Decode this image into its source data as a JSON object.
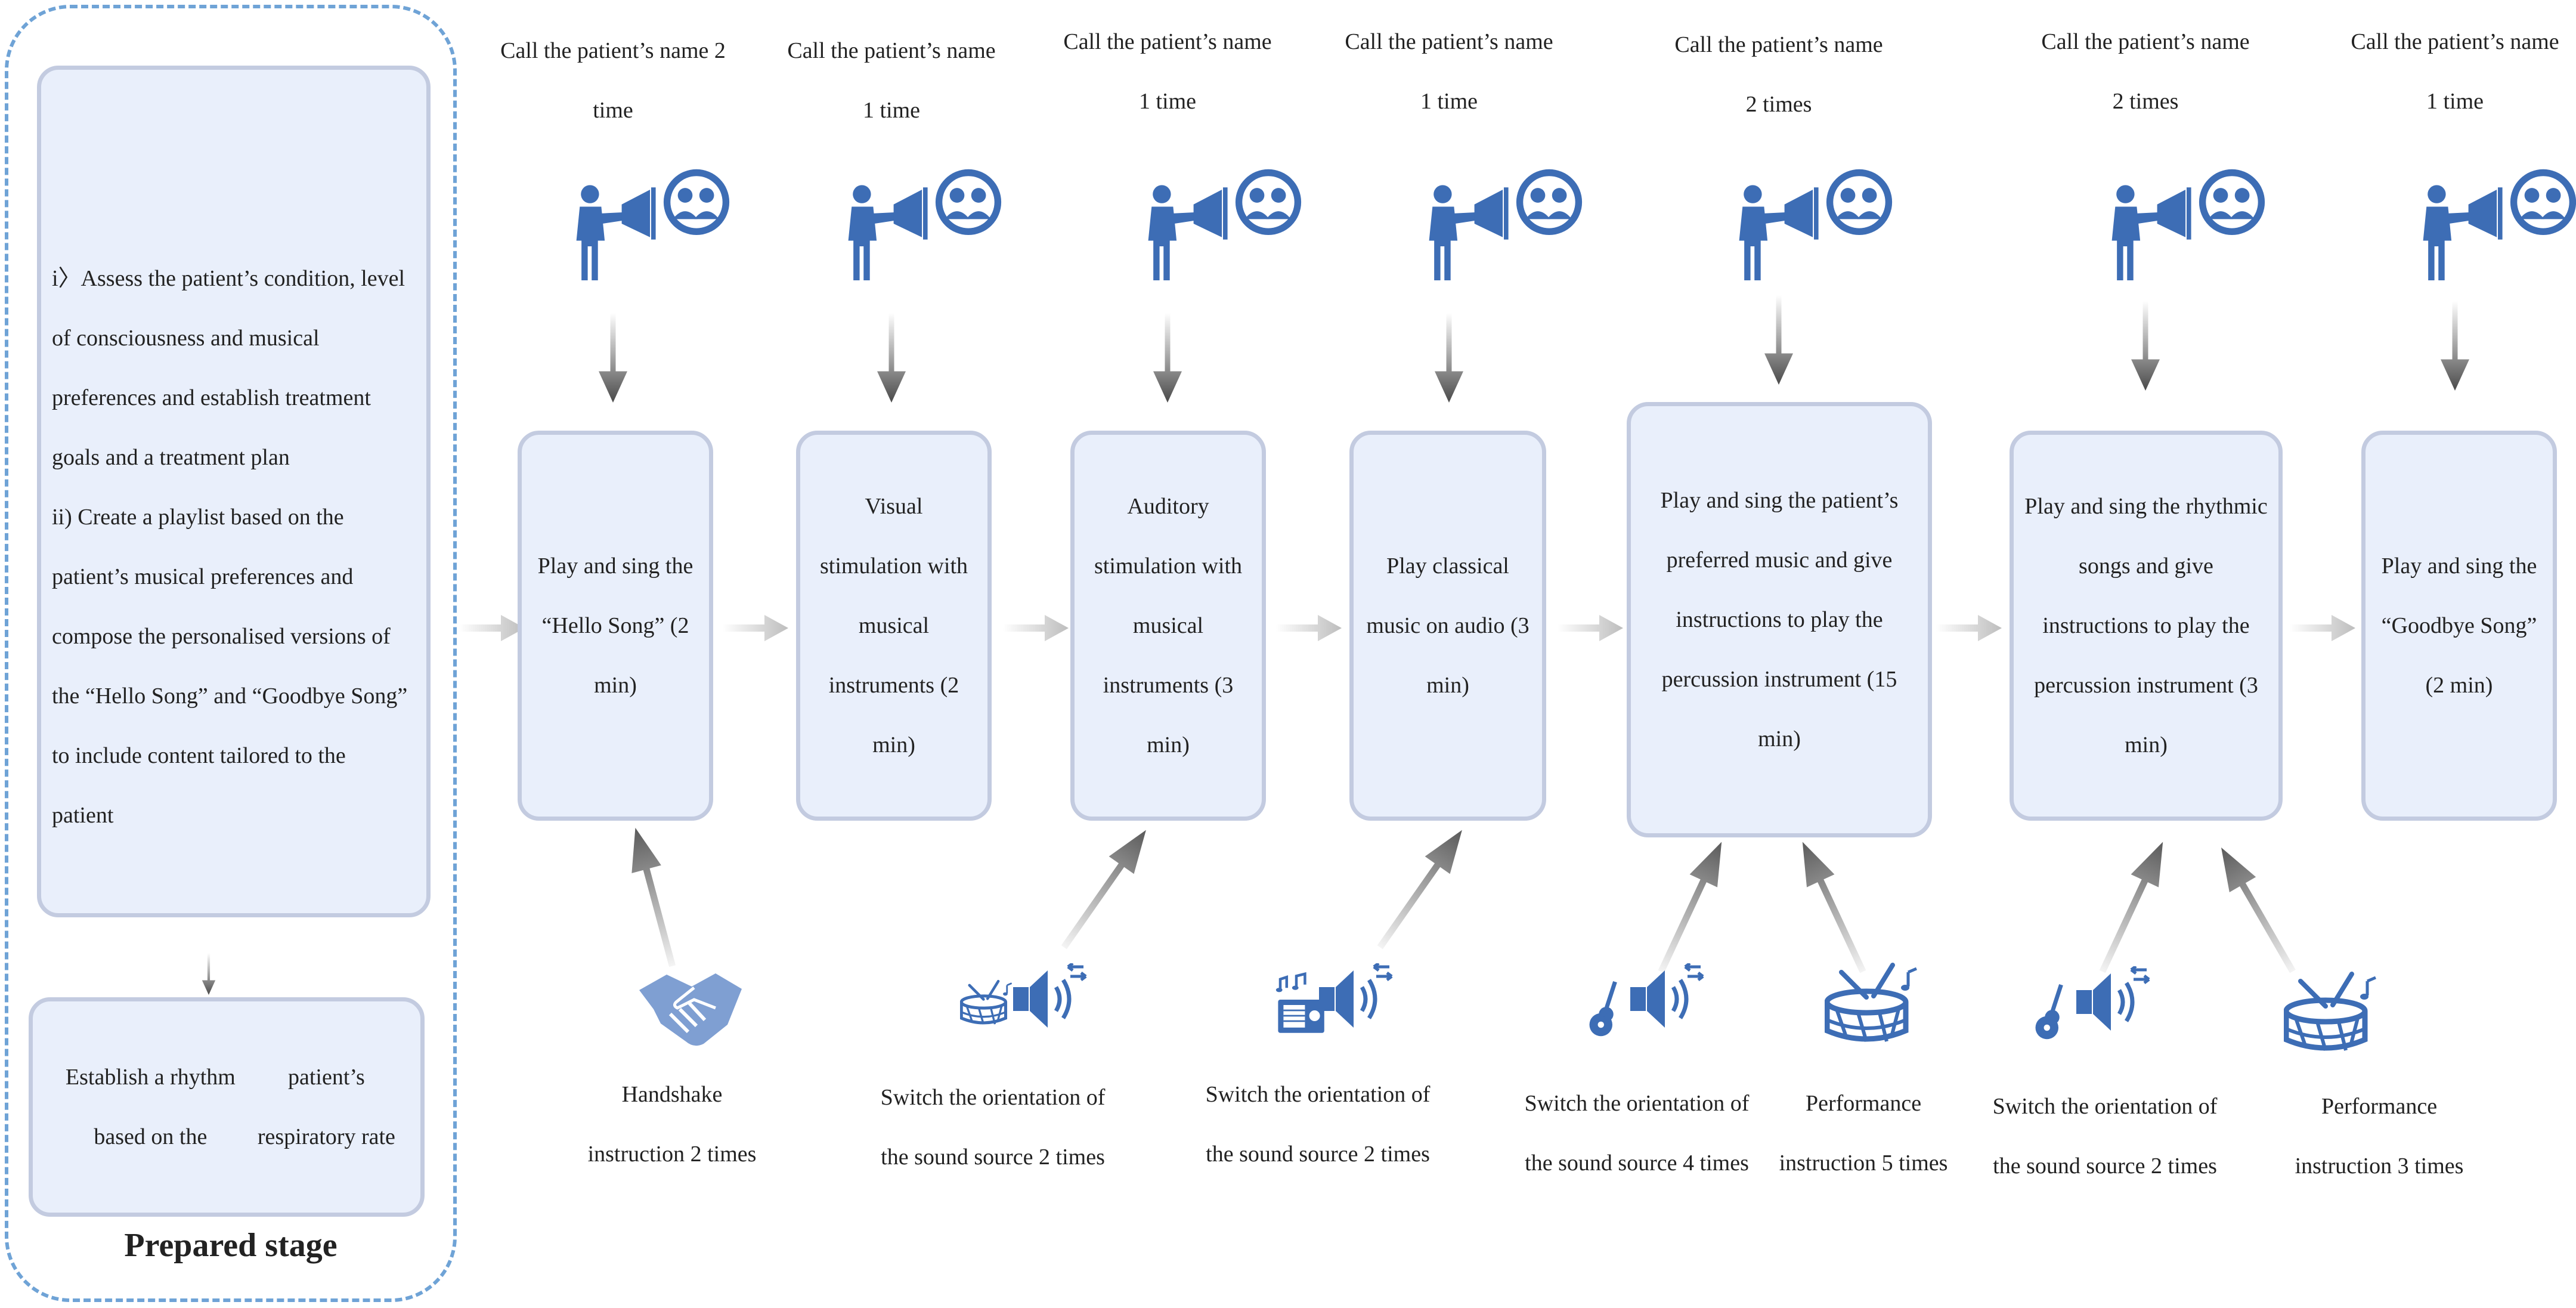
{
  "prepared_stage": {
    "title": "Prepared stage",
    "box1_lines": [
      "i〉Assess the patient’s condition, level",
      "of consciousness and musical",
      "preferences and establish treatment",
      "goals and a treatment plan",
      "ii) Create a playlist based on the",
      "patient’s musical preferences and",
      "compose the personalised versions of",
      "the “Hello Song” and “Goodbye Song”",
      "to include content tailored to the",
      "patient"
    ],
    "box2_lines": [
      "Establish a rhythm based on the",
      "patient’s respiratory rate"
    ]
  },
  "steps": [
    {
      "call_lines": [
        "Call the patient’s name 2",
        "time"
      ],
      "box_lines": [
        "Play and sing the",
        "“Hello Song” (2",
        "min)"
      ]
    },
    {
      "call_lines": [
        "Call the patient’s name",
        "1 time"
      ],
      "box_lines": [
        "Visual",
        "stimulation with",
        "musical",
        "instruments (2",
        "min)"
      ]
    },
    {
      "call_lines": [
        "Call the patient’s name",
        "1 time"
      ],
      "box_lines": [
        "Auditory",
        "stimulation with",
        "musical",
        "instruments (3",
        "min)"
      ]
    },
    {
      "call_lines": [
        "Call the patient’s name",
        "1 time"
      ],
      "box_lines": [
        "Play classical",
        "music on audio (3",
        "min)"
      ]
    },
    {
      "call_lines": [
        "Call the patient’s name",
        "2 times"
      ],
      "box_lines": [
        "Play and sing the patient’s",
        "preferred music and give",
        "instructions to play the",
        "percussion instrument (15",
        "min)"
      ]
    },
    {
      "call_lines": [
        "Call the patient’s name",
        "2 times"
      ],
      "box_lines": [
        "Play and sing the rhythmic",
        "songs and give",
        "instructions to play the",
        "percussion instrument (3",
        "min)"
      ]
    },
    {
      "call_lines": [
        "Call the patient’s name",
        "1 time"
      ],
      "box_lines": [
        "Play and sing the",
        "“Goodbye Song”",
        "(2 min)"
      ]
    }
  ],
  "bottom_items": [
    {
      "icon": "handshake-icon",
      "lines": [
        "Handshake",
        "instruction 2 times"
      ]
    },
    {
      "icon": "drum-speaker-icon",
      "lines": [
        "Switch the orientation of",
        "the sound source 2 times"
      ]
    },
    {
      "icon": "radio-speaker-icon",
      "lines": [
        "Switch the orientation of",
        "the sound source 2 times"
      ]
    },
    {
      "icon": "guitar-speaker-icon",
      "lines": [
        "Switch the orientation of",
        "the sound source 4 times"
      ]
    },
    {
      "icon": "drum-icon",
      "lines": [
        "Performance",
        "instruction 5 times"
      ]
    },
    {
      "icon": "guitar-speaker-icon",
      "lines": [
        "Switch the orientation of",
        "the sound source 2 times"
      ]
    },
    {
      "icon": "drum-icon",
      "lines": [
        "Performance",
        "instruction 3 times"
      ]
    }
  ],
  "colors": {
    "icon": "#3d6db5",
    "box_fill": "#e9effb",
    "box_border": "#c3cbe0",
    "dashed_frame": "#6fa3d6",
    "arrow_dark": "#555555",
    "arrow_light": "#c8c8c8"
  }
}
